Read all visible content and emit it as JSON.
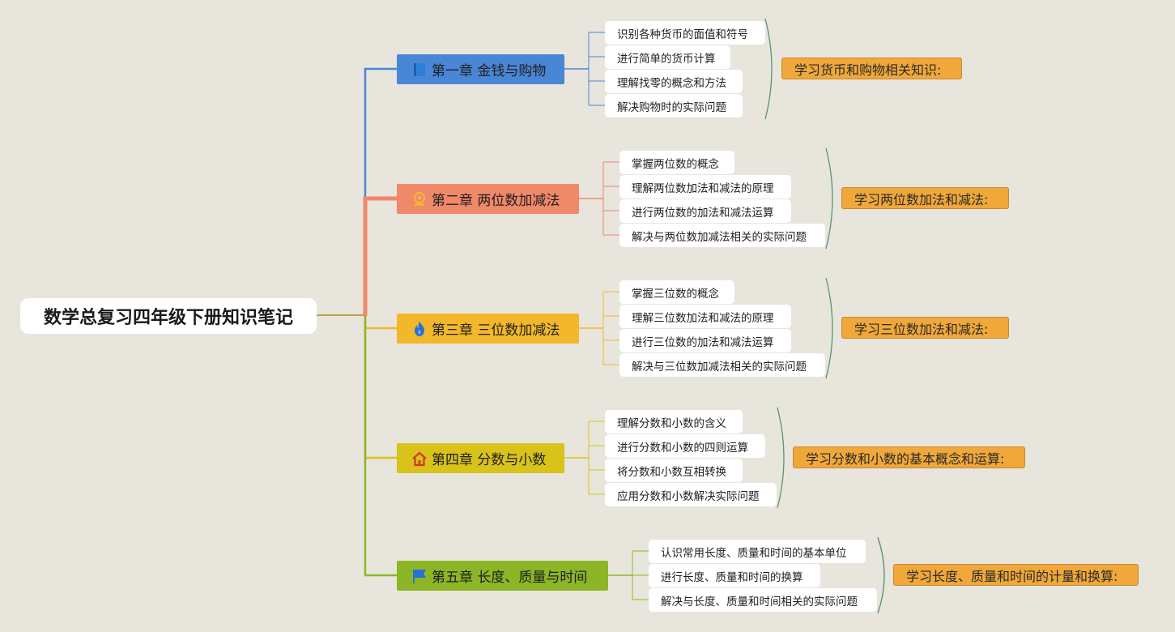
{
  "root": {
    "title": "数学总复习四年级下册知识笔记"
  },
  "chapters": [
    {
      "title": "第一章 金钱与购物",
      "icon": "bookmark-icon",
      "color": "#4a86d6",
      "items": [
        "识别各种货币的面值和符号",
        "进行简单的货币计算",
        "理解找零的概念和方法",
        "解决购物时的实际问题"
      ],
      "summary": "学习货币和购物相关知识:"
    },
    {
      "title": "第二章 两位数加减法",
      "icon": "award-icon",
      "color": "#f0886a",
      "items": [
        "掌握两位数的概念",
        "理解两位数加法和减法的原理",
        "进行两位数的加法和减法运算",
        "解决与两位数加减法相关的实际问题"
      ],
      "summary": "学习两位数加法和减法:"
    },
    {
      "title": "第三章 三位数加减法",
      "icon": "flame-icon",
      "color": "#f2b72a",
      "items": [
        "掌握三位数的概念",
        "理解三位数加法和减法的原理",
        "进行三位数的加法和减法运算",
        "解决与三位数加减法相关的实际问题"
      ],
      "summary": "学习三位数加法和减法:"
    },
    {
      "title": "第四章 分数与小数",
      "icon": "home-icon",
      "color": "#d9c21a",
      "items": [
        "理解分数和小数的含义",
        "进行分数和小数的四则运算",
        "将分数和小数互相转换",
        "应用分数和小数解决实际问题"
      ],
      "summary": "学习分数和小数的基本概念和运算:"
    },
    {
      "title": "第五章 长度、质量与时间",
      "icon": "flag-icon",
      "color": "#8db627",
      "items": [
        "认识常用长度、质量和时间的基本单位",
        "进行长度、质量和时间的换算",
        "解决与长度、质量和时间相关的实际问题"
      ],
      "summary": "学习长度、质量和时间的计量和换算:"
    }
  ]
}
